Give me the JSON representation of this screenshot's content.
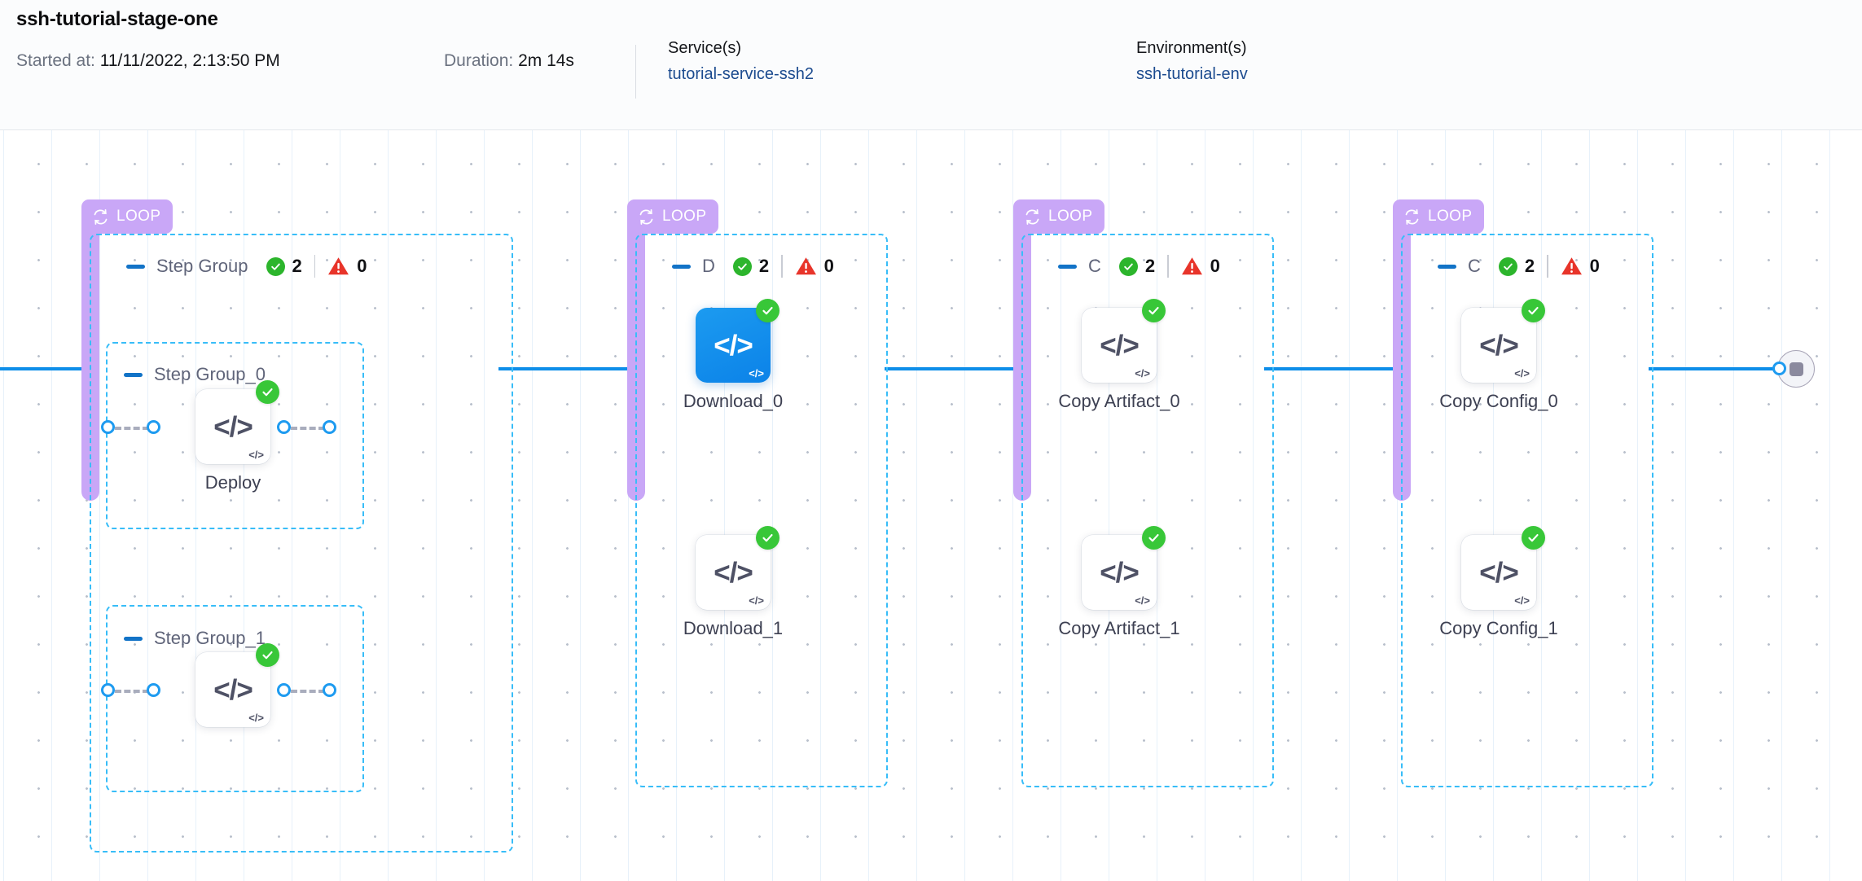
{
  "header": {
    "title": "ssh-tutorial-stage-one",
    "started_label": "Started at:",
    "started_value": "11/11/2022, 2:13:50 PM",
    "duration_label": "Duration:",
    "duration_value": "2m 14s",
    "services_title": "Service(s)",
    "services_value": "tutorial-service-ssh2",
    "environments_title": "Environment(s)",
    "environments_value": "ssh-tutorial-env"
  },
  "colors": {
    "loop_purple": "#c9a7f7",
    "group_dash_blue": "#38bdf8",
    "spine_blue": "#0e8ee9",
    "success_green": "#2cb52c",
    "error_red": "#e8342a",
    "selected_node_blue": "#0b82e8"
  },
  "loop_badge_label": "LOOP",
  "groups": [
    {
      "loop_label": "LOOP",
      "title": "Step Group",
      "success_count": "2",
      "error_count": "0",
      "subgroups": [
        {
          "title": "Step Group_0",
          "nodes": [
            {
              "label": "Deploy",
              "status": "success",
              "selected": false
            }
          ]
        },
        {
          "title": "Step Group_1",
          "nodes": [
            {
              "label": "",
              "status": "success",
              "selected": false
            }
          ]
        }
      ]
    },
    {
      "loop_label": "LOOP",
      "title": "D",
      "success_count": "2",
      "error_count": "0",
      "nodes": [
        {
          "label": "Download_0",
          "status": "success",
          "selected": true
        },
        {
          "label": "Download_1",
          "status": "success",
          "selected": false
        }
      ]
    },
    {
      "loop_label": "LOOP",
      "title": "C",
      "success_count": "2",
      "error_count": "0",
      "nodes": [
        {
          "label": "Copy Artifact_0",
          "status": "success",
          "selected": false
        },
        {
          "label": "Copy Artifact_1",
          "status": "success",
          "selected": false
        }
      ]
    },
    {
      "loop_label": "LOOP",
      "title": "C",
      "success_count": "2",
      "error_count": "0",
      "nodes": [
        {
          "label": "Copy Config_0",
          "status": "success",
          "selected": false
        },
        {
          "label": "Copy Config_1",
          "status": "success",
          "selected": false
        }
      ]
    }
  ],
  "node_glyph": "</>",
  "node_corner_glyph": "</>"
}
